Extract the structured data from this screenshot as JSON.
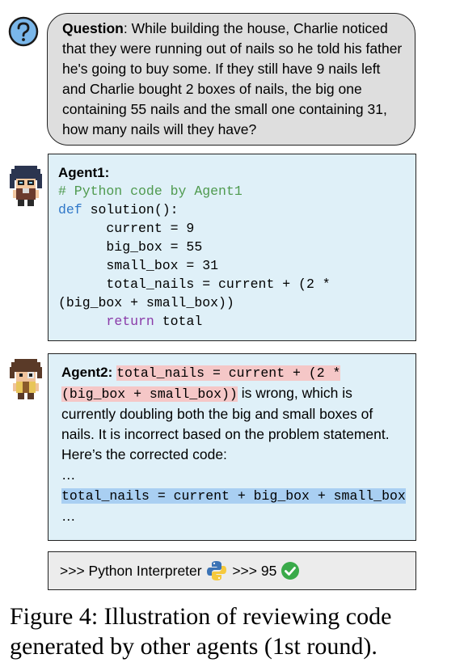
{
  "question": {
    "label": "Question",
    "text": ": While building the house, Charlie noticed that they were running out of nails so he told his father he's going to buy some. If they still have 9 nails left and Charlie bought 2 boxes of nails, the big one containing 55 nails and the small one containing 31, how many nails will they have?"
  },
  "agent1": {
    "label": "Agent1:",
    "code": {
      "comment": "# Python code by Agent1",
      "def_kw": "def",
      "def_rest": " solution():",
      "line1": "      current = 9",
      "line2": "      big_box = 55",
      "line3": "      small_box = 31",
      "line4": "      total_nails = current + (2 *",
      "line5": "(big_box + small_box))",
      "indent": "      ",
      "return_kw": "return",
      "return_rest": " total"
    }
  },
  "agent2": {
    "label": "Agent2:",
    "wrong_code": "total_nails = current + (2 * (big_box + small_box))",
    "text": " is wrong, which is currently doubling both the big and small boxes of nails. It is incorrect based on the problem statement. Here’s the corrected code:",
    "ellipsis1": "…",
    "fixed_code": "total_nails = current + big_box + small_box",
    "ellipsis2": "…"
  },
  "interpreter": {
    "prefix": ">>> Python Interpreter ",
    "suffix": " >>> 95 ",
    "icons": [
      "python-logo-icon",
      "check-circle-icon"
    ],
    "check_color": "#3aaa4a"
  },
  "caption": "Figure 4: Illustration of reviewing code generated by other agents (1st round)."
}
